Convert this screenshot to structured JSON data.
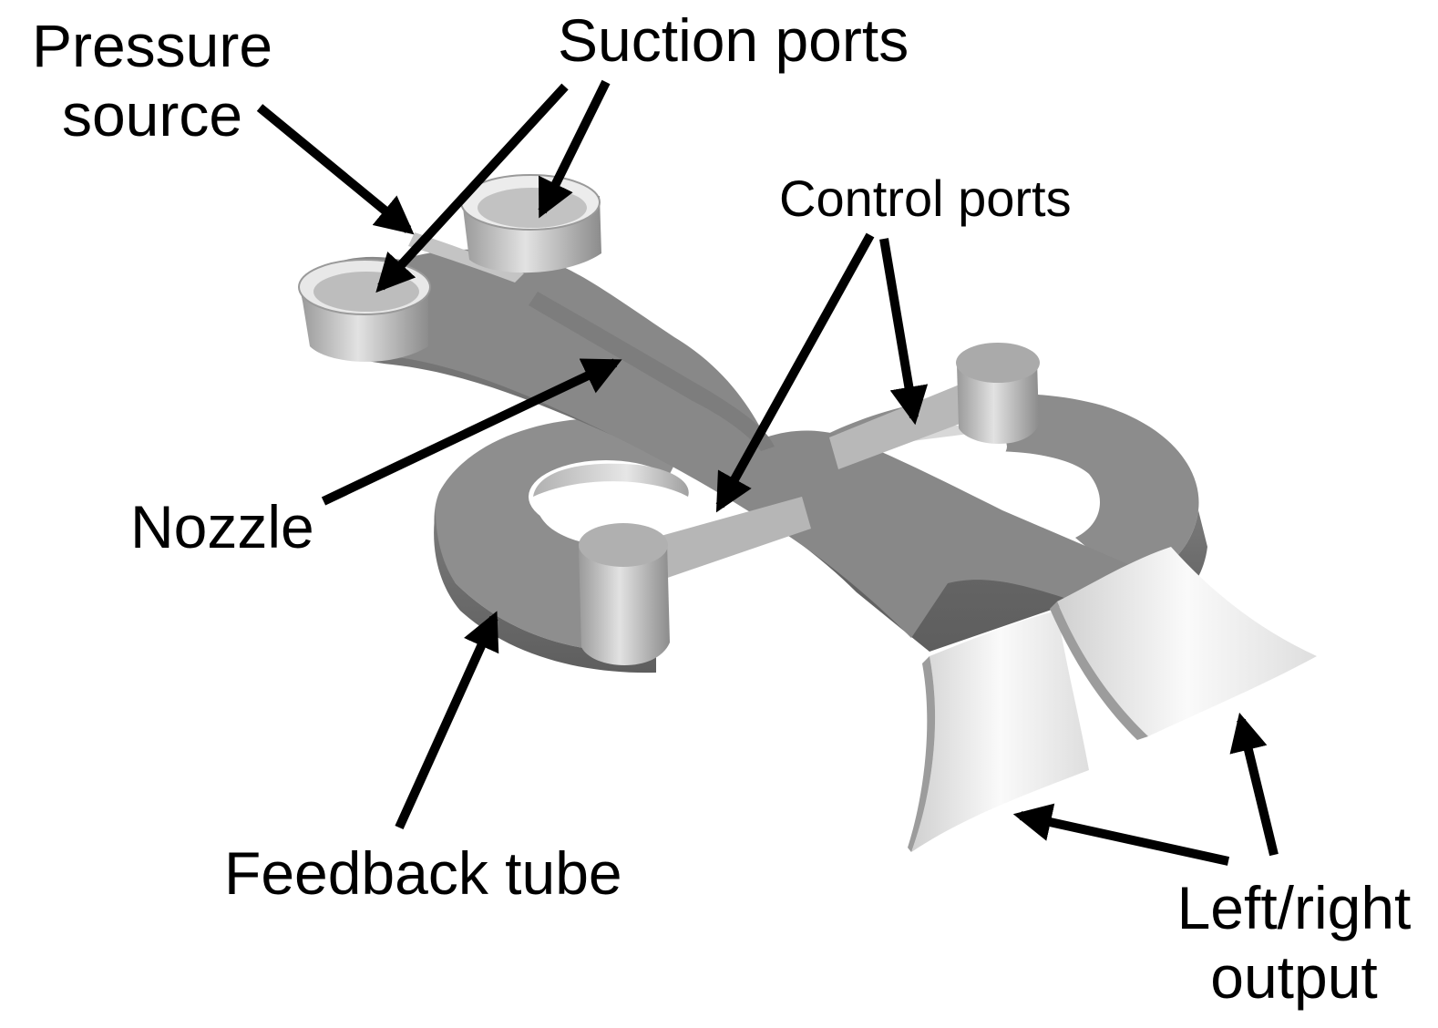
{
  "labels": {
    "pressure_source": [
      "Pressure",
      "source"
    ],
    "suction_ports": "Suction ports",
    "control_ports": "Control ports",
    "nozzle": "Nozzle",
    "feedback_tube": "Feedback tube",
    "left_right_output": [
      "Left/right",
      "output"
    ]
  },
  "colors": {
    "background": "#ffffff",
    "body_top": "#8a8a8a",
    "body_side": "#6e6e6e",
    "port_light": "#d9d9d9",
    "outlet_light": "#eeeeee",
    "arrow": "#000000",
    "text": "#000000"
  }
}
